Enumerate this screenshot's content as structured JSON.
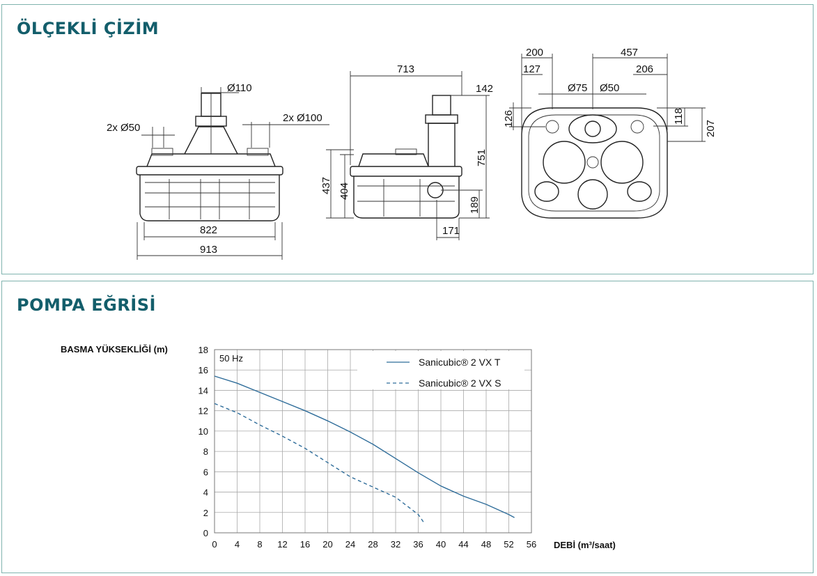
{
  "sections": {
    "dimensions_title": "ÖLÇEKLİ ÇİZİM",
    "curve_title": "POMPA EĞRİSİ"
  },
  "front_view": {
    "top_pipe": "Ø110",
    "left_inlets": "2x Ø50",
    "right_inlets": "2x Ø100",
    "inner_width": "822",
    "outer_width": "913"
  },
  "side_view": {
    "length": "713",
    "outlet_offset": "142",
    "height_total": "751",
    "height_body": "437",
    "height_inner": "404",
    "outlet_height": "189",
    "outlet_width": "171"
  },
  "top_view": {
    "dim_200": "200",
    "dim_127": "127",
    "dim_457": "457",
    "dim_206": "206",
    "dia_75": "Ø75",
    "dia_50": "Ø50",
    "dim_126": "126",
    "dim_118": "118",
    "dim_207": "207"
  },
  "chart_data": {
    "type": "line",
    "ylabel": "BASMA YÜKSEKLİĞİ (m)",
    "xlabel": "DEBİ (m³/saat)",
    "annotation": "50 Hz",
    "xlim": [
      0,
      56
    ],
    "ylim": [
      0,
      18
    ],
    "xticks": [
      "0",
      "4",
      "8",
      "12",
      "16",
      "20",
      "24",
      "28",
      "32",
      "36",
      "40",
      "44",
      "48",
      "52",
      "56"
    ],
    "yticks": [
      "0",
      "2",
      "4",
      "6",
      "8",
      "10",
      "12",
      "14",
      "16",
      "18"
    ],
    "grid": true,
    "legend_position": "top-right",
    "series": [
      {
        "name": "Sanicubic® 2 VX T",
        "style": "solid",
        "color": "#2f6d9a",
        "x": [
          0,
          4,
          8,
          12,
          16,
          20,
          24,
          28,
          32,
          36,
          40,
          44,
          48,
          52,
          53
        ],
        "y": [
          15.4,
          14.7,
          13.8,
          12.9,
          12.0,
          11.0,
          9.9,
          8.7,
          7.3,
          5.9,
          4.6,
          3.6,
          2.8,
          1.8,
          1.5
        ]
      },
      {
        "name": "Sanicubic® 2 VX S",
        "style": "dashed",
        "color": "#2f6d9a",
        "x": [
          0,
          4,
          8,
          12,
          16,
          20,
          24,
          28,
          32,
          36,
          37
        ],
        "y": [
          12.7,
          11.8,
          10.6,
          9.5,
          8.3,
          6.9,
          5.5,
          4.5,
          3.5,
          1.8,
          1.0
        ]
      }
    ]
  }
}
